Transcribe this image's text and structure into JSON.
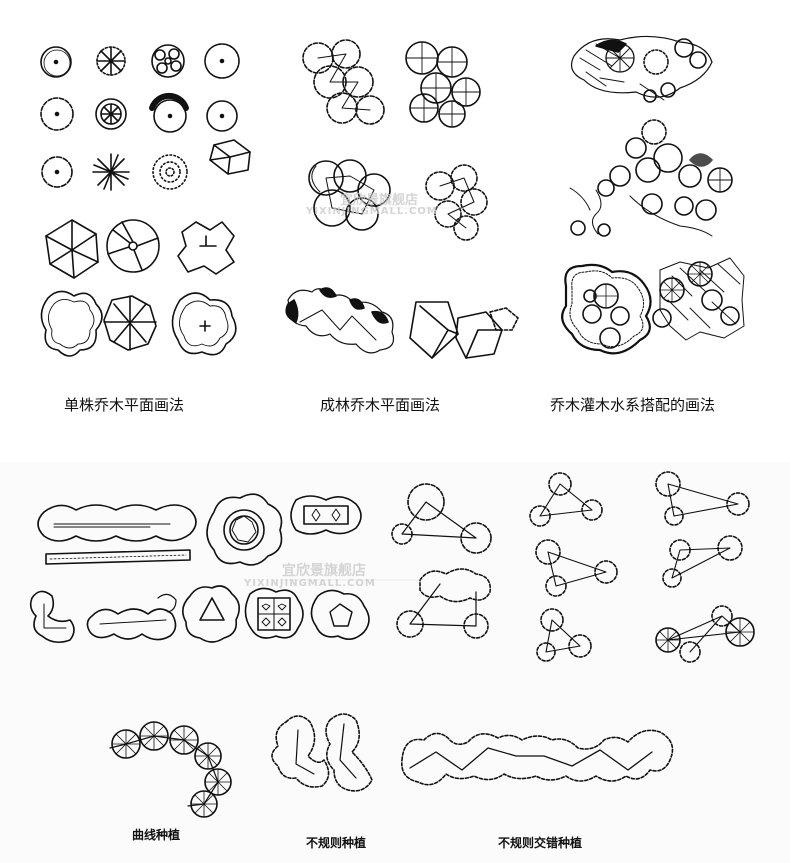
{
  "captions": {
    "single_tree": "单株乔木平面画法",
    "forest_tree": "成林乔木平面画法",
    "water_mix": "乔木灌木水系搭配的画法",
    "curve_plant": "曲线种植",
    "irregular_plant": "不规则种植",
    "irregular_staggered": "不规则交错种植"
  },
  "watermarks": {
    "top_cn": "宜欣景旗舰店",
    "top_en": "YIXINJINGMALL.COM",
    "bottom_cn": "宜欣景旗舰店",
    "bottom_en": "YIXINJINGMALL.COM"
  },
  "colors": {
    "ink": "#111111",
    "background": "#ffffff",
    "panel_bottom": "#fbfbfb",
    "watermark": "#c8c8c8"
  }
}
